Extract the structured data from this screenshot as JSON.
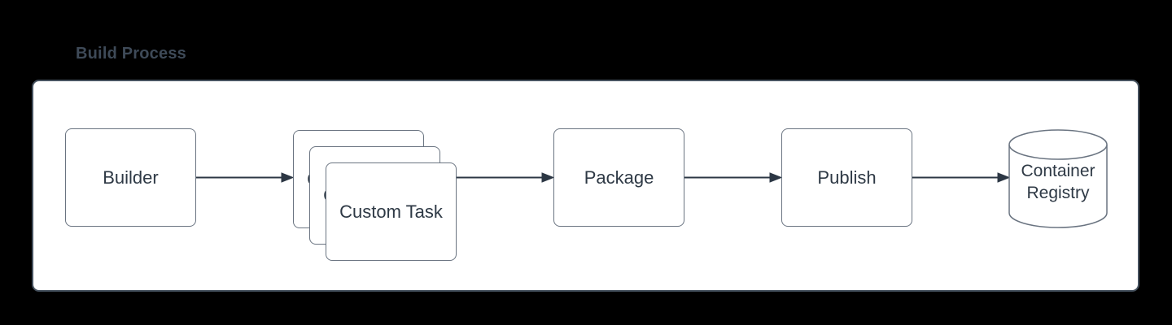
{
  "title": "Build Process",
  "nodes": [
    {
      "id": "builder",
      "label": "Builder",
      "shape": "rounded-rectangle"
    },
    {
      "id": "custom-task",
      "label": "Custom Task",
      "shape": "stacked-rounded-rectangle",
      "stack_count": 3
    },
    {
      "id": "package",
      "label": "Package",
      "shape": "rounded-rectangle"
    },
    {
      "id": "publish",
      "label": "Publish",
      "shape": "rounded-rectangle"
    },
    {
      "id": "container-registry",
      "label": "Container Registry",
      "shape": "cylinder"
    }
  ],
  "edges": [
    {
      "from": "builder",
      "to": "custom-task"
    },
    {
      "from": "custom-task",
      "to": "package"
    },
    {
      "from": "package",
      "to": "publish"
    },
    {
      "from": "publish",
      "to": "container-registry"
    }
  ],
  "colors": {
    "background": "#000000",
    "panel_fill": "#ffffff",
    "panel_border": "#46525f",
    "shape_fill": "#ffffff",
    "shape_border": "#6a7481",
    "shape_text": "#2e3945",
    "title_text": "#3e4a58",
    "connector": "#2c3744"
  }
}
